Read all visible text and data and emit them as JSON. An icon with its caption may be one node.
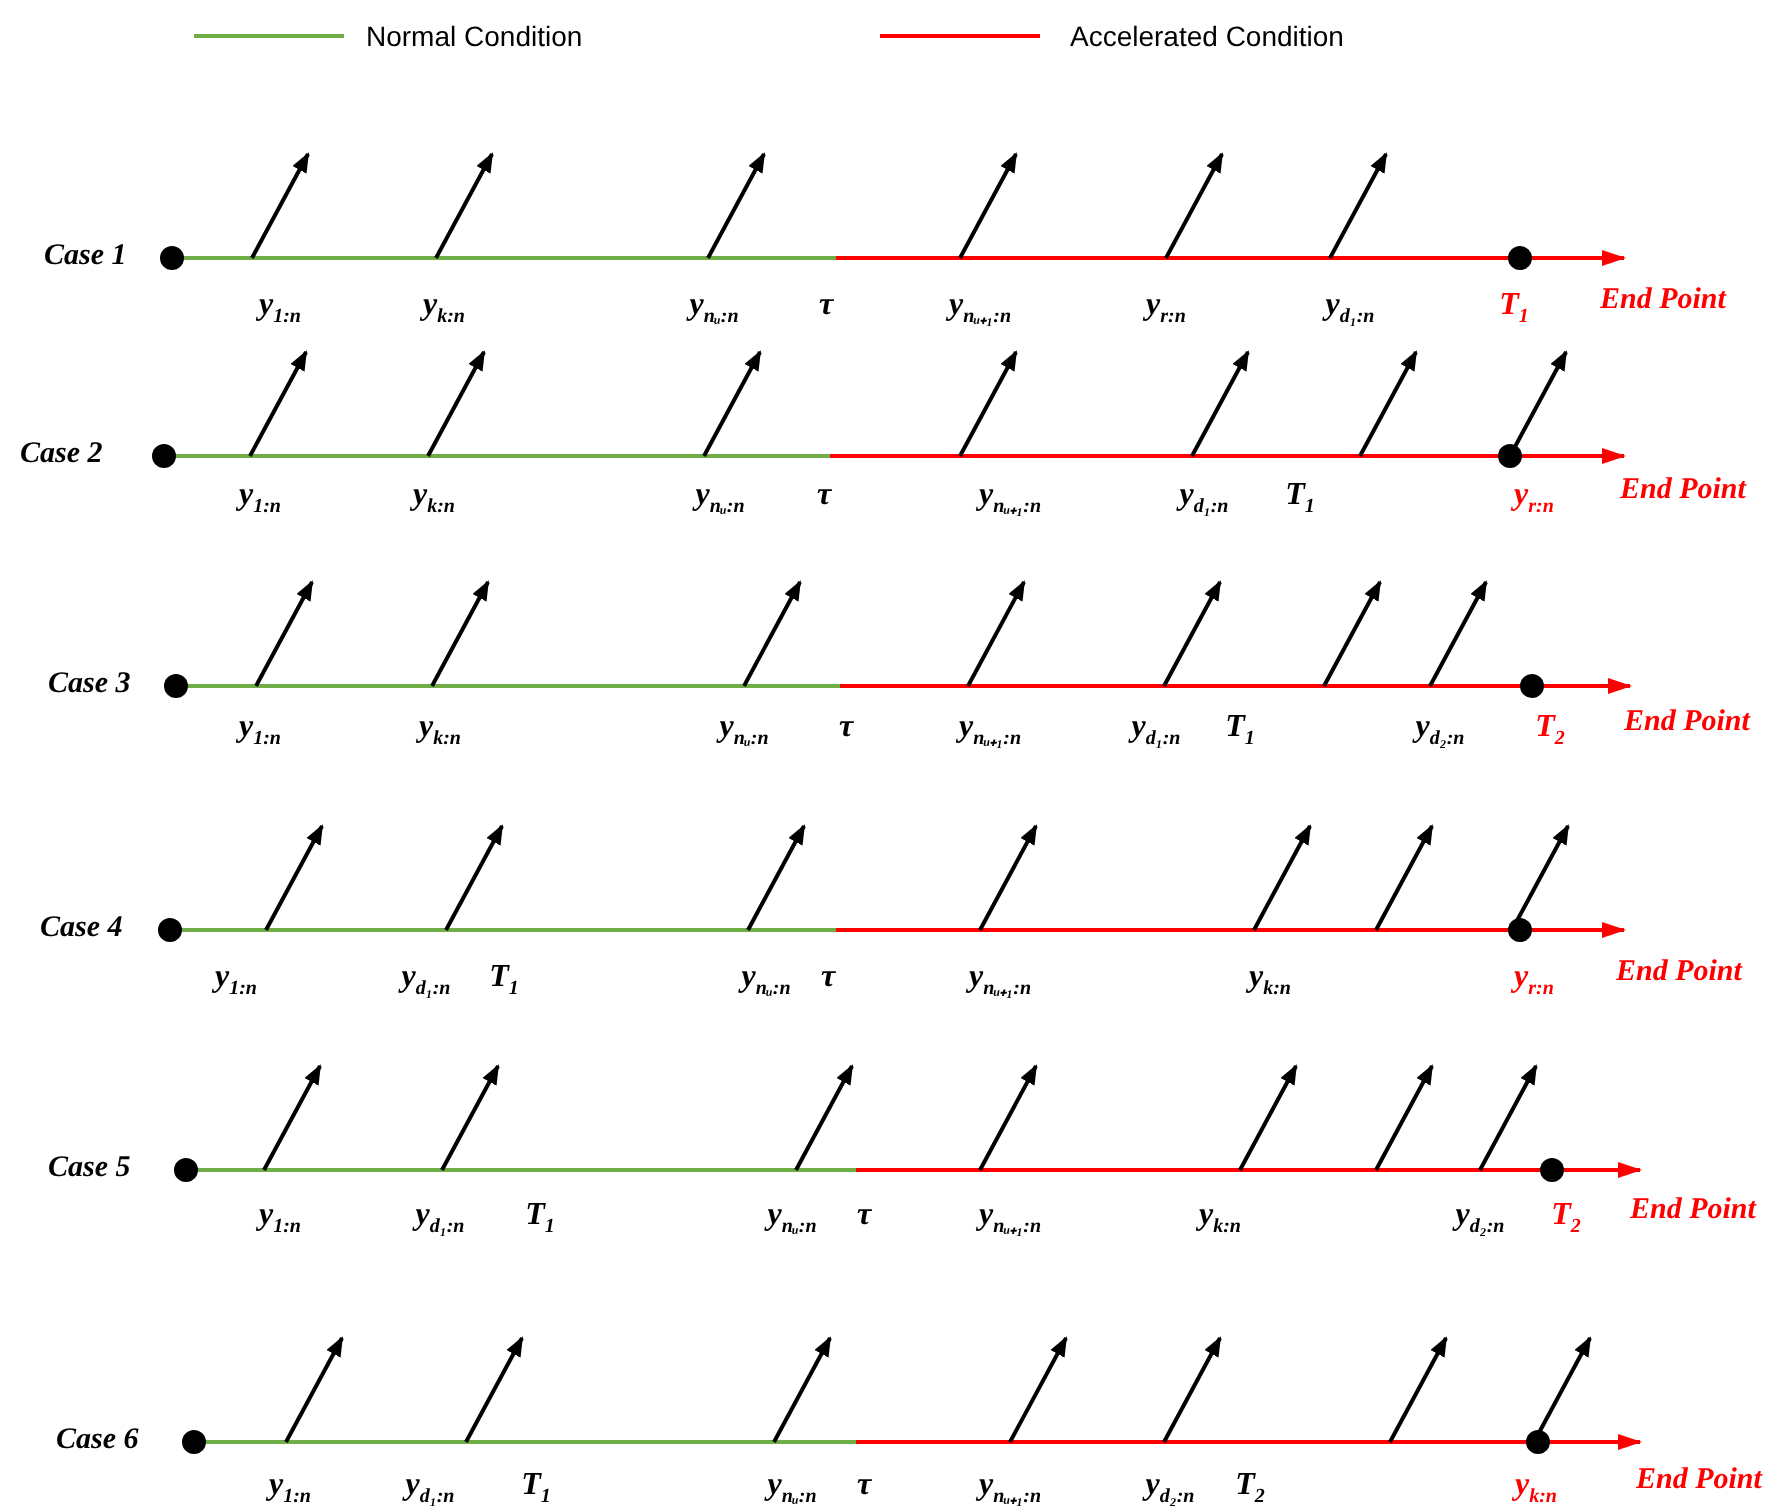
{
  "diagram": {
    "labels": [
      "Case 1",
      "y$_{1:n}$",
      "y$_{k:n}$",
      "y$_{nᵤ:n}$",
      "τ",
      "y$_{nᵤ₊₁:n}$",
      "y$_{r:n}$",
      "y$_{d₁:n}$",
      "T$_{1}$",
      "End Point",
      "Case 2",
      "y$_{1:n}$",
      "y$_{k:n}$",
      "y$_{nᵤ:n}$",
      "τ",
      "y$_{nᵤ₊₁:n}$",
      "y$_{d₁:n}$",
      "T$_{1}$",
      "y$_{r:n}$",
      "End Point",
      "Case 3",
      "y$_{1:n}$",
      "y$_{k:n}$",
      "y$_{nᵤ:n}$",
      "τ",
      "y$_{nᵤ₊₁:n}$",
      "y$_{d₁:n}$",
      "T$_{1}$",
      "y$_{d₂:n}$",
      "T$_{2}$",
      "End Point",
      "Case 4",
      "y$_{1:n}$",
      "y$_{d₁:n}$",
      "T$_{1}$",
      "y$_{nᵤ:n}$",
      "τ",
      "y$_{nᵤ₊₁:n}$",
      "y$_{k:n}$",
      "y$_{r:n}$",
      "End Point",
      "Case 5",
      "y$_{1:n}$",
      "y$_{d₁:n}$",
      "T$_{1}$",
      "y$_{nᵤ:n}$",
      "τ",
      "y$_{nᵤ₊₁:n}$",
      "y$_{k:n}$",
      "y$_{d₂:n}$",
      "T$_{2}$",
      "End Point",
      "Case 6",
      "y$_{1:n}$",
      "y$_{d₁:n}$",
      "T$_{1}$",
      "y$_{nᵤ:n}$",
      "τ",
      "y$_{nᵤ₊₁:n}$",
      "y$_{d₂:n}$",
      "T$_{2}$",
      "y$_{k:n}$",
      "End Point"
    ],
    "legend": [
      {
        "text": "Normal Condition"
      },
      {
        "text": "Accelerated Condition"
      }
    ]
  }
}
